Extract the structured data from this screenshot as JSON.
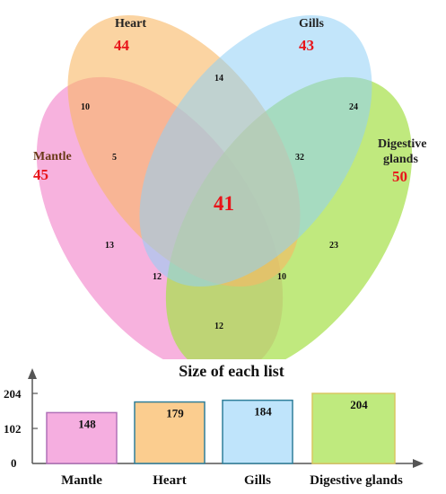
{
  "colors": {
    "mantle": "#f27ec8",
    "heart": "#f9b764",
    "gills": "#8fd0f5",
    "digestive": "#a8e04c",
    "count_red": "#e8141a"
  },
  "venn": {
    "sets": [
      {
        "key": "heart",
        "name": "Heart",
        "unique": "44"
      },
      {
        "key": "gills",
        "name": "Gills",
        "unique": "43"
      },
      {
        "key": "mantle",
        "name": "Mantle",
        "unique": "45"
      },
      {
        "key": "digestive",
        "name_line1": "Digestive",
        "name_line2": "glands",
        "unique": "50"
      }
    ],
    "regions": {
      "heart_gills": "14",
      "mantle_heart": "10",
      "gills_digestive": "24",
      "mantle_heart_gills": "5",
      "heart_gills_digestive": "32",
      "all_four": "41",
      "mantle_gills": "13",
      "heart_digestive": "23",
      "mantle_gills_digestive": "12",
      "mantle_heart_digestive": "10",
      "mantle_digestive": "12"
    }
  },
  "bar_chart": {
    "title": "Size of each list",
    "y_ticks": [
      "204",
      "102",
      "0"
    ],
    "bars": [
      {
        "label": "Mantle",
        "value": 148,
        "value_text": "148",
        "fill": "#f5aee0",
        "stroke": "#b070b8"
      },
      {
        "label": "Heart",
        "value": 179,
        "value_text": "179",
        "fill": "#fbcd8f",
        "stroke": "#2f7f9a"
      },
      {
        "label": "Gills",
        "value": 184,
        "value_text": "184",
        "fill": "#bfe4fb",
        "stroke": "#2f7f9a"
      },
      {
        "label": "Digestive glands",
        "value": 204,
        "value_text": "204",
        "fill": "#bfea7e",
        "stroke": "#d8c860"
      }
    ]
  }
}
